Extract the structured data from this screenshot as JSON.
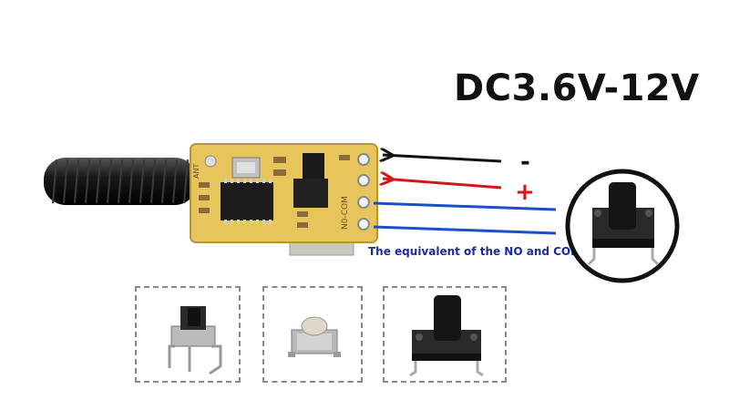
{
  "title": "DC3.6V-12V",
  "minus_label": "-",
  "plus_label": "+",
  "note": "The equivalent of the NO and COM",
  "board_silkscreen": {
    "right_label": "N0-COM",
    "left_label": "ANT"
  },
  "colors": {
    "board": "#e8c55a",
    "negative_wire": "#111111",
    "positive_wire": "#d01818",
    "signal_wire": "#1a4fc8",
    "minus_sign": "#111111",
    "plus_sign": "#e01010",
    "note_text": "#1a2aa0"
  },
  "icons": [
    "antenna-coil",
    "tactile-button-right-angle",
    "tactile-button-smd",
    "tactile-button-tall"
  ]
}
